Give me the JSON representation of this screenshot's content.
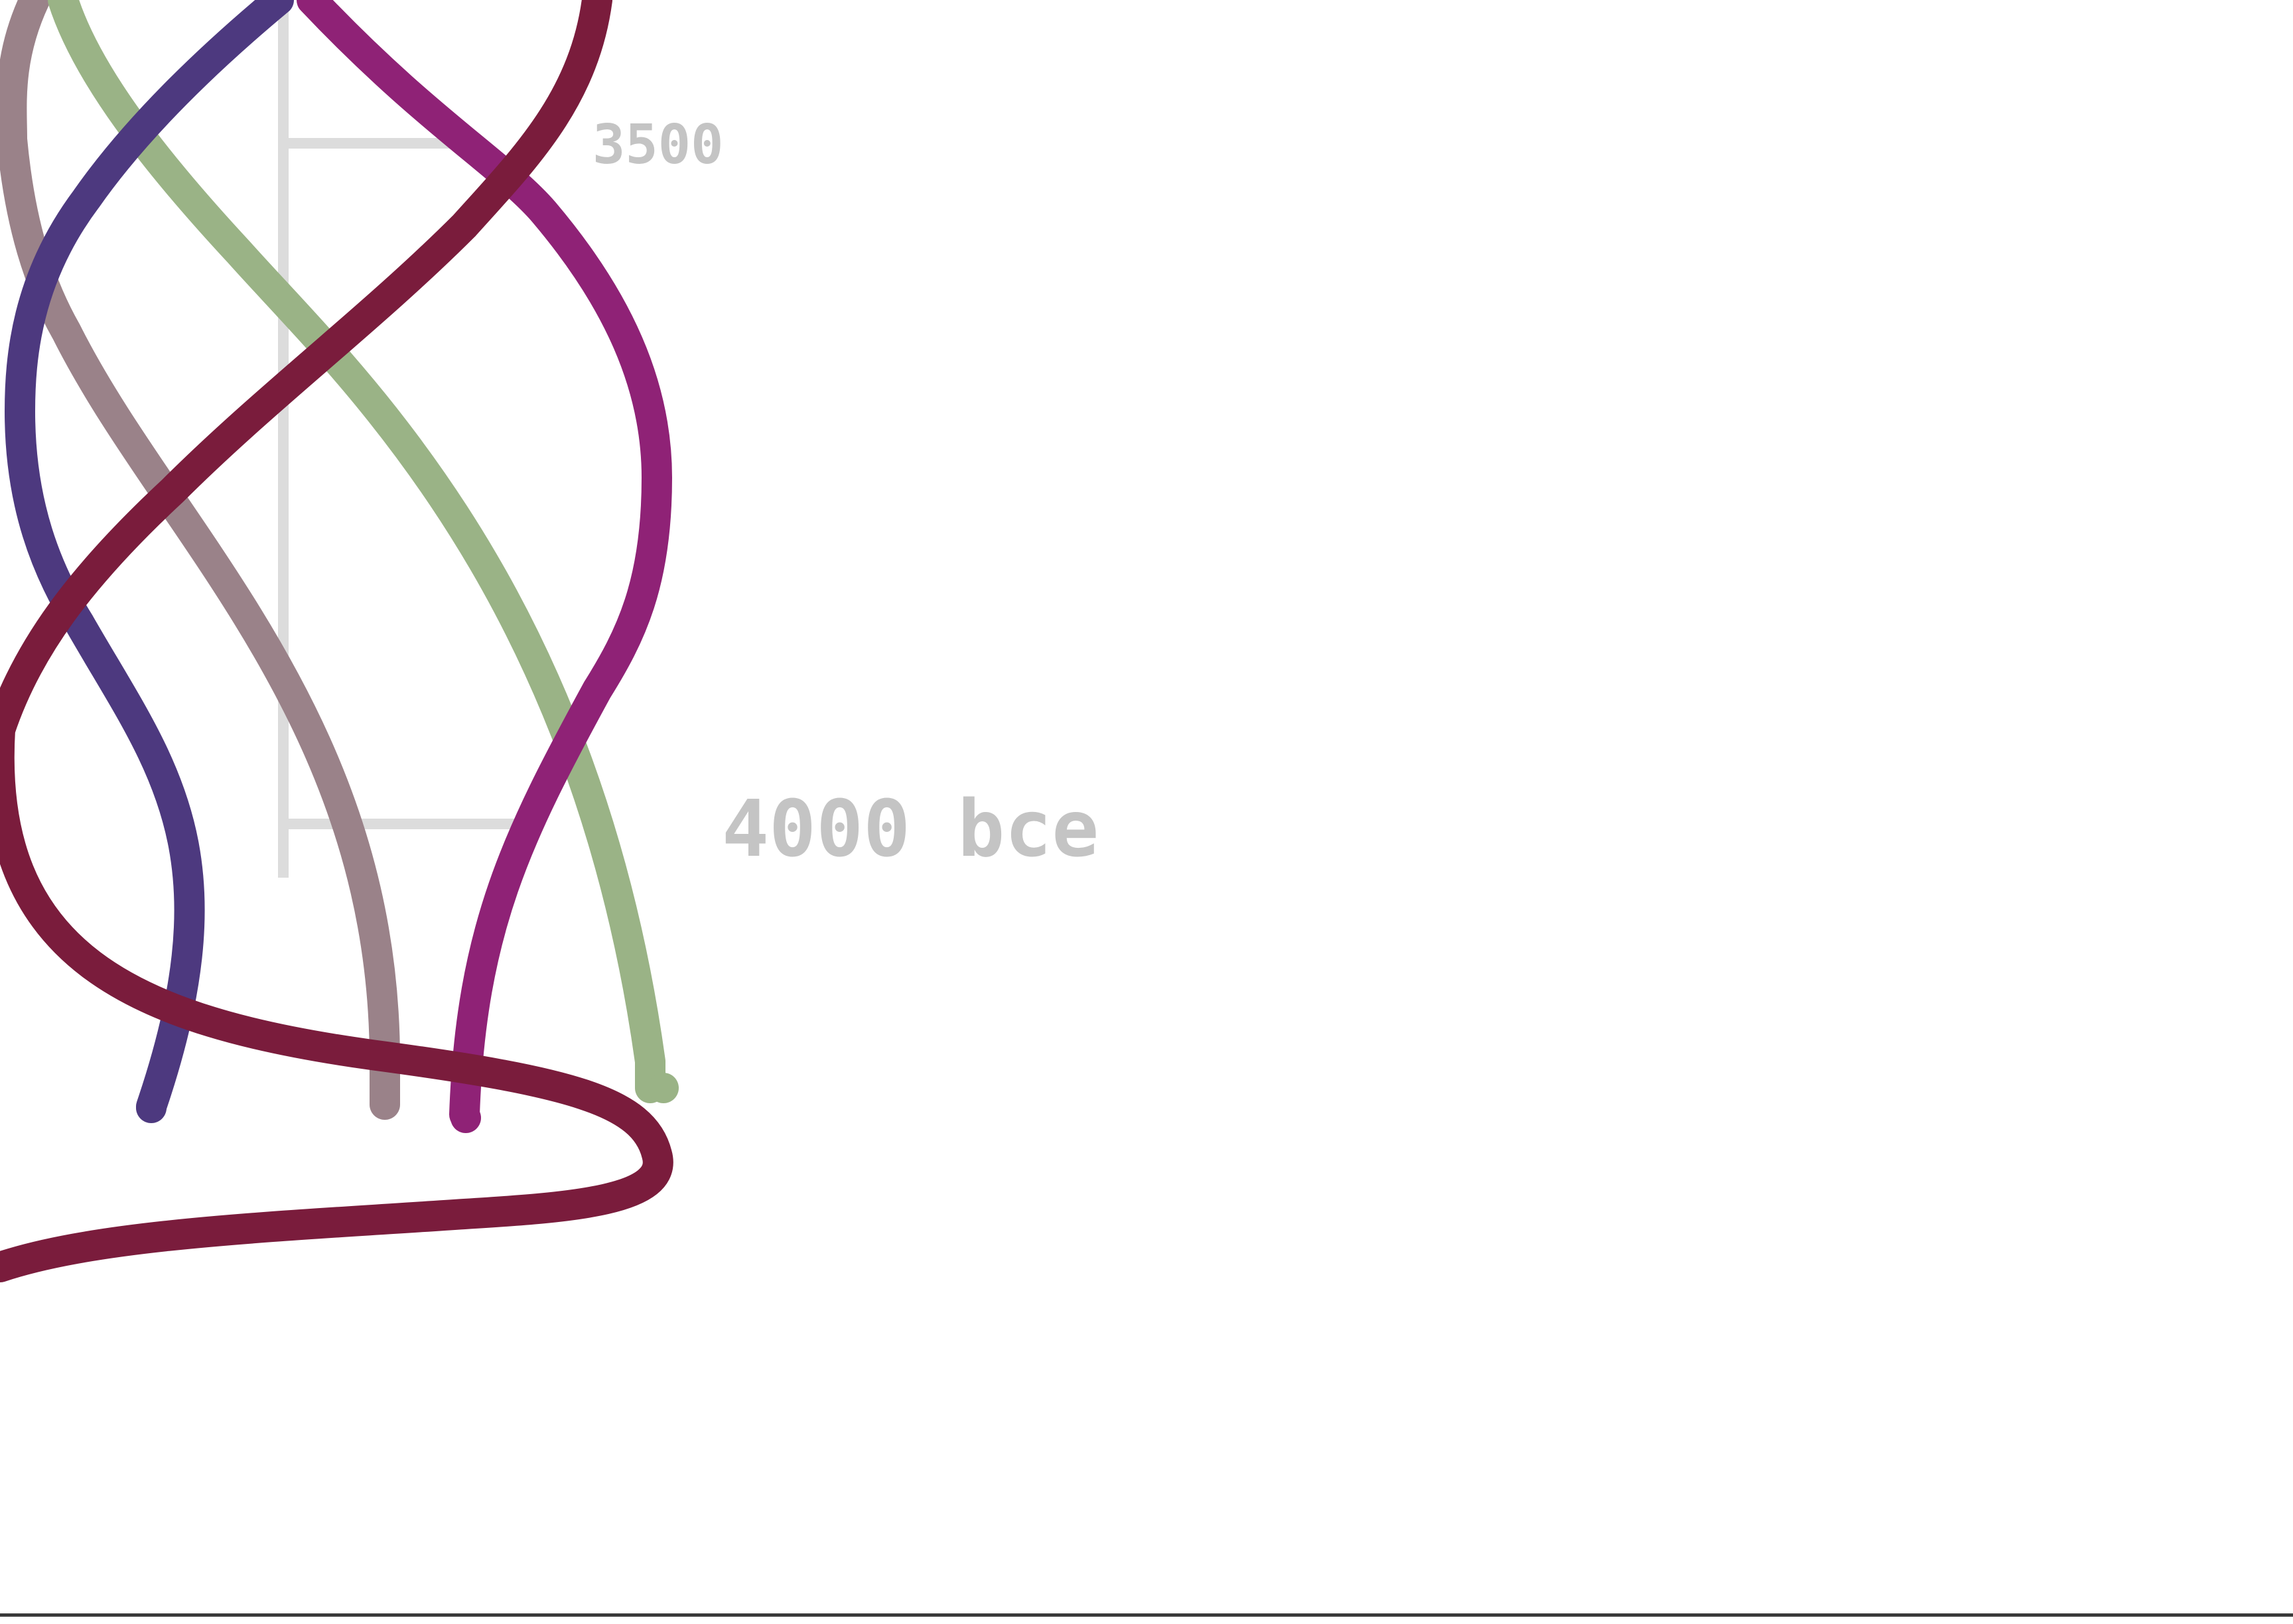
{
  "timeline": {
    "ticks": [
      {
        "label": "3500"
      },
      {
        "label": "4000 bce"
      }
    ]
  },
  "strands": [
    {
      "id": "strand-mauve",
      "color": "#9a8289"
    },
    {
      "id": "strand-green",
      "color": "#9ab386"
    },
    {
      "id": "strand-indigo",
      "color": "#4d397f"
    },
    {
      "id": "strand-magenta",
      "color": "#8f2276"
    },
    {
      "id": "strand-wine",
      "color": "#7a1c3c"
    }
  ],
  "colors": {
    "axis": "#dcdcdc",
    "tick_text": "#c4c4c4",
    "bottom_rule": "#3a3a3a",
    "background": "#ffffff"
  }
}
